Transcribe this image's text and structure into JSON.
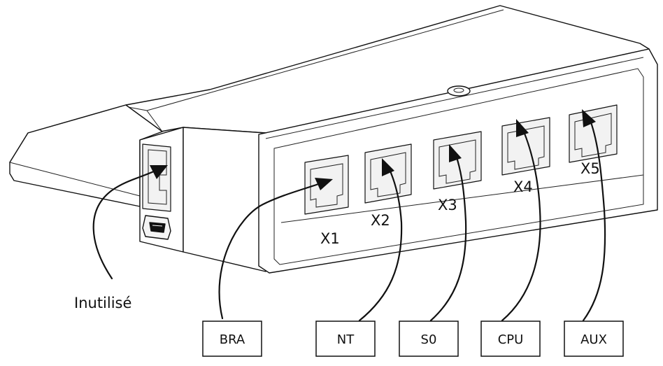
{
  "ports": [
    {
      "id": "X1",
      "label": "X1",
      "connection": "BRA"
    },
    {
      "id": "X2",
      "label": "X2",
      "connection": "NT"
    },
    {
      "id": "X3",
      "label": "X3",
      "connection": "S0"
    },
    {
      "id": "X4",
      "label": "X4",
      "connection": "CPU"
    },
    {
      "id": "X5",
      "label": "X5",
      "connection": "AUX"
    }
  ],
  "side_port_label": "Inutilisé",
  "colors": {
    "line": "#111111",
    "background": "#ffffff"
  }
}
